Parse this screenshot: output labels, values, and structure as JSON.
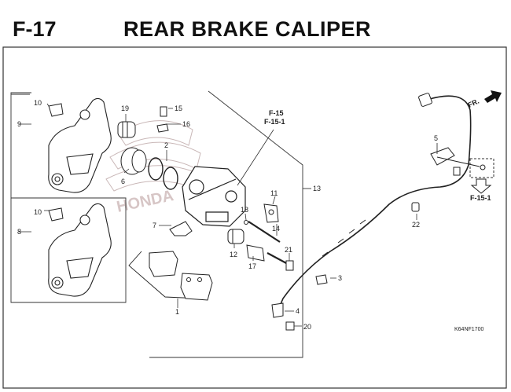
{
  "header": {
    "code": "F-17",
    "title": "REAR BRAKE CALIPER"
  },
  "refs": {
    "f15": "F-15",
    "f151": "F-15-1",
    "f151b": "F-15-1",
    "fr": "FR."
  },
  "diagram_code": "K64NF1700",
  "callouts": {
    "c1": "1",
    "c2": "2",
    "c3": "3",
    "c4": "4",
    "c5": "5",
    "c6": "6",
    "c7": "7",
    "c8": "8",
    "c9": "9",
    "c10a": "10",
    "c10b": "10",
    "c11": "11",
    "c12": "12",
    "c13": "13",
    "c14": "14",
    "c15": "15",
    "c16": "16",
    "c17": "17",
    "c18": "18",
    "c19": "19",
    "c20": "20",
    "c21": "21",
    "c22": "22"
  },
  "watermark": "HONDA"
}
